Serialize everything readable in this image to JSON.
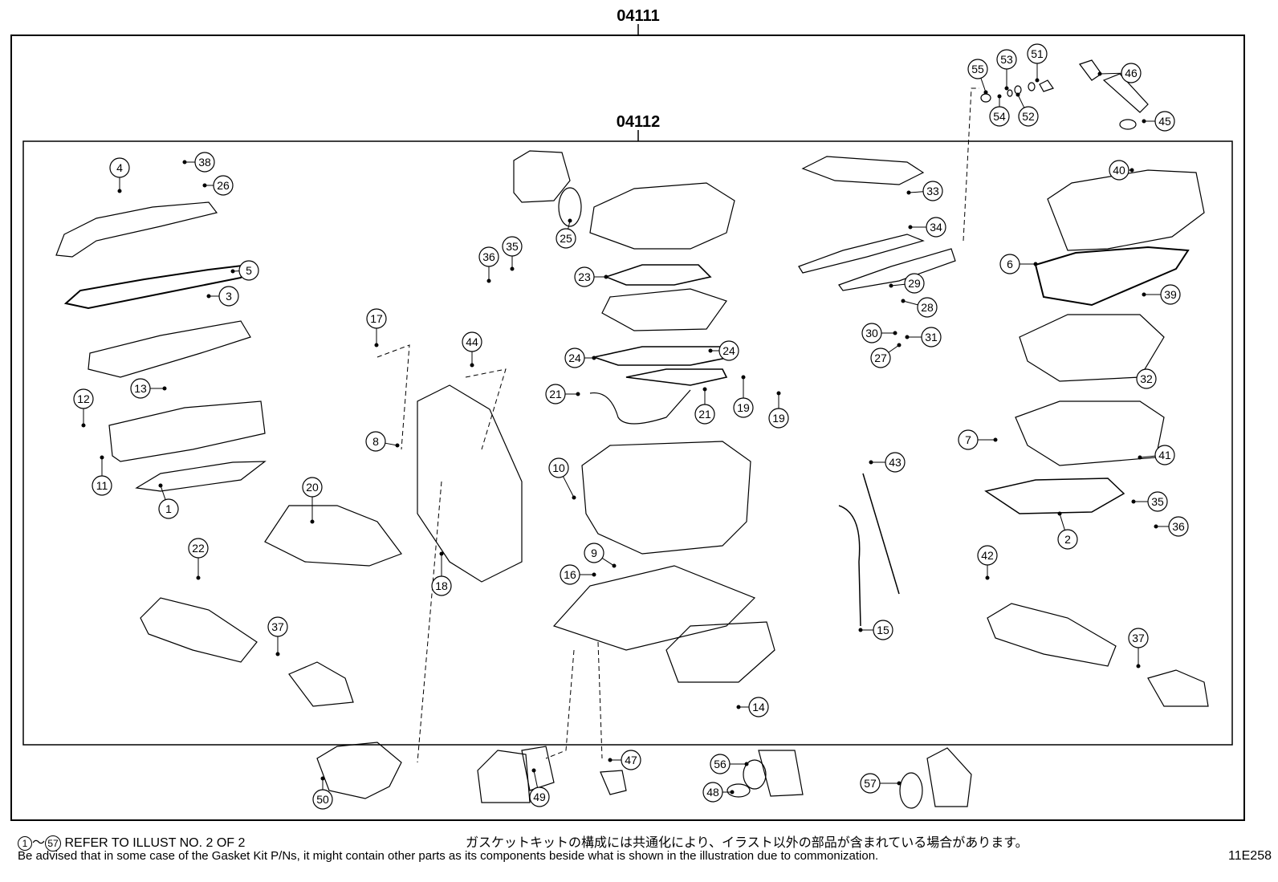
{
  "assembly_codes": {
    "outer": "04111",
    "inner": "04112"
  },
  "figure_code": "11E258",
  "footer": {
    "refer_range_start": "1",
    "refer_range_end": "57",
    "refer_sep": "～",
    "refer_text": "REFER TO ILLUST NO. 2 OF 2",
    "japanese_note": "ガスケットキットの構成には共通化により、イラスト以外の部品が含まれている場合があります。",
    "english_note": "Be advised that in some case of the Gasket Kit P/Ns,  it might contain other parts as its components beside what is shown in the illustration due to commonization."
  },
  "callouts": [
    {
      "n": "1"
    },
    {
      "n": "2"
    },
    {
      "n": "3"
    },
    {
      "n": "4"
    },
    {
      "n": "5"
    },
    {
      "n": "6"
    },
    {
      "n": "7"
    },
    {
      "n": "8"
    },
    {
      "n": "9"
    },
    {
      "n": "10"
    },
    {
      "n": "11"
    },
    {
      "n": "12"
    },
    {
      "n": "13"
    },
    {
      "n": "14"
    },
    {
      "n": "15"
    },
    {
      "n": "16"
    },
    {
      "n": "17"
    },
    {
      "n": "18"
    },
    {
      "n": "19"
    },
    {
      "n": "19"
    },
    {
      "n": "20"
    },
    {
      "n": "21"
    },
    {
      "n": "21"
    },
    {
      "n": "22"
    },
    {
      "n": "23"
    },
    {
      "n": "24"
    },
    {
      "n": "24"
    },
    {
      "n": "25"
    },
    {
      "n": "26"
    },
    {
      "n": "27"
    },
    {
      "n": "28"
    },
    {
      "n": "29"
    },
    {
      "n": "30"
    },
    {
      "n": "31"
    },
    {
      "n": "32"
    },
    {
      "n": "33"
    },
    {
      "n": "34"
    },
    {
      "n": "35"
    },
    {
      "n": "35"
    },
    {
      "n": "36"
    },
    {
      "n": "36"
    },
    {
      "n": "37"
    },
    {
      "n": "37"
    },
    {
      "n": "38"
    },
    {
      "n": "39"
    },
    {
      "n": "40"
    },
    {
      "n": "41"
    },
    {
      "n": "42"
    },
    {
      "n": "43"
    },
    {
      "n": "44"
    },
    {
      "n": "45"
    },
    {
      "n": "46"
    },
    {
      "n": "47"
    },
    {
      "n": "48"
    },
    {
      "n": "49"
    },
    {
      "n": "50"
    },
    {
      "n": "51"
    },
    {
      "n": "52"
    },
    {
      "n": "53"
    },
    {
      "n": "54"
    },
    {
      "n": "55"
    },
    {
      "n": "56"
    },
    {
      "n": "57"
    }
  ]
}
